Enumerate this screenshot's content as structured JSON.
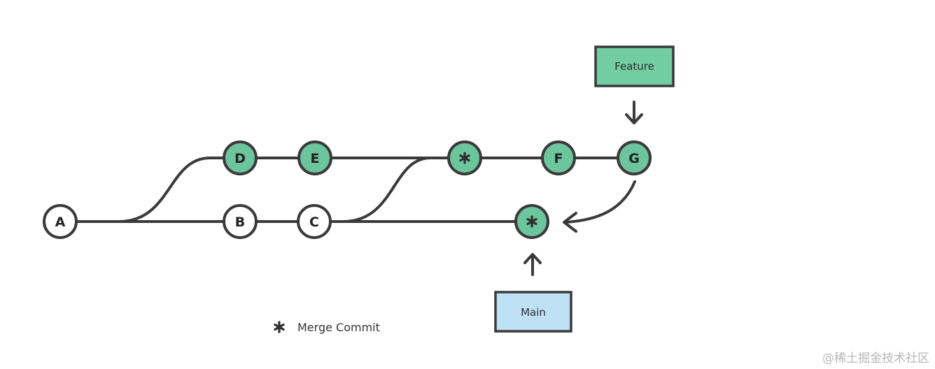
{
  "colors": {
    "line": "#3a3a3a",
    "commit_white": "#ffffff",
    "commit_green": "#6cc59c",
    "feature_box": "#72cda3",
    "main_box": "#bfe1f6"
  },
  "commits": {
    "a": "A",
    "b": "B",
    "c": "C",
    "d": "D",
    "e": "E",
    "f": "F",
    "g": "G"
  },
  "branches": {
    "feature": "Feature",
    "main": "Main"
  },
  "legend": {
    "icon": "asterisk-icon",
    "label": "Merge Commit"
  },
  "watermark": "@稀土掘金技术社区"
}
